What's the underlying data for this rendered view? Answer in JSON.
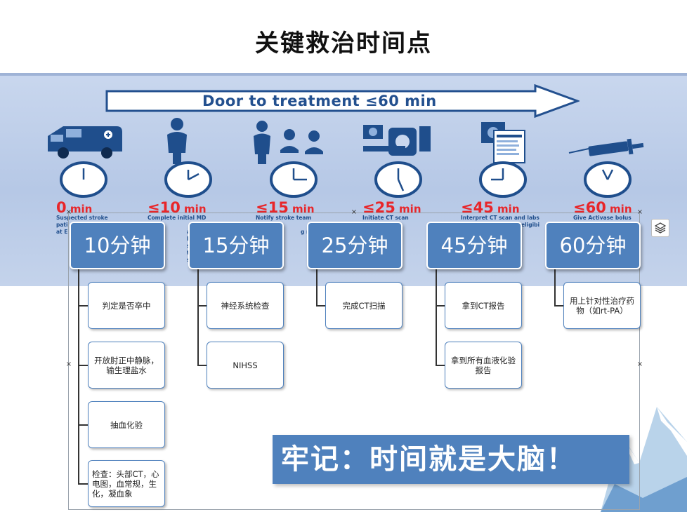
{
  "slide": {
    "title": "关键救治时间点"
  },
  "banner": {
    "door_to_treatment": "Door to treatment ≤60 min",
    "steps": [
      {
        "time_value": "0",
        "time_unit": " min",
        "desc": [
          "Suspected stroke",
          "pati",
          "at E"
        ]
      },
      {
        "time_value": "≤10",
        "time_unit": " min",
        "desc": [
          "Complete initial MD",
          "",
          "ant his",
          "last k",
          "symp",
          "t lab",
          "ss usi"
        ]
      },
      {
        "time_value": "≤15",
        "time_unit": " min",
        "desc": [
          "Notify stroke team",
          "",
          "g ne",
          ")"
        ]
      },
      {
        "time_value": "≤25",
        "time_unit": " min",
        "desc": [
          "Initiate CT scan"
        ]
      },
      {
        "time_value": "≤45",
        "time_unit": " min",
        "desc": [
          "Interpret CT scan and labs",
          "eligibi"
        ]
      },
      {
        "time_value": "≤60",
        "time_unit": " min",
        "desc": [
          "Give Activase bolus",
          "lo"
        ]
      }
    ]
  },
  "diagram": {
    "columns": [
      {
        "header": "10分钟",
        "items": [
          "判定是否卒中",
          "开放肘正中静脉，输生理盐水",
          "抽血化验",
          "检查：头部CT，心电图，血常规，生化，凝血象"
        ]
      },
      {
        "header": "15分钟",
        "items": [
          "神经系统检查",
          "NIHSS"
        ]
      },
      {
        "header": "25分钟",
        "items": [
          "完成CT扫描"
        ]
      },
      {
        "header": "45分钟",
        "items": [
          "拿到CT报告",
          "拿到所有血液化验报告"
        ]
      },
      {
        "header": "60分钟",
        "items": [
          "用上针对性治疗药物（如rt-PA）"
        ]
      }
    ]
  },
  "motto": "牢记：时间就是大脑！",
  "colors": {
    "accent": "#4f81bd",
    "time_red": "#e8262a",
    "banner_text": "#23508f"
  },
  "icons": [
    "layers-icon",
    "ambulance-icon",
    "doctor-phone-icon",
    "stroke-team-icon",
    "ct-scanner-icon",
    "lab-report-icon",
    "syringe-icon",
    "clock-icon",
    "resize-handle-icon"
  ]
}
